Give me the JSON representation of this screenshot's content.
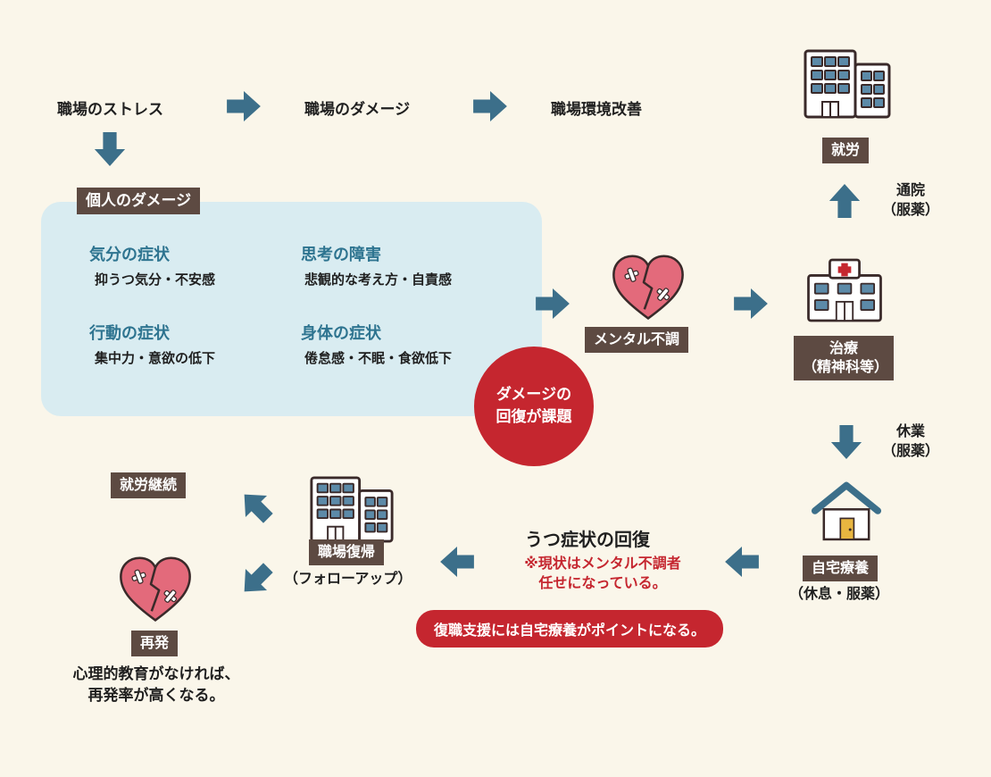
{
  "top_flow": {
    "stress": "職場のストレス",
    "damage": "職場のダメージ",
    "improve": "職場環境改善"
  },
  "personal_damage": {
    "label": "個人のダメージ",
    "symptoms": [
      {
        "title": "気分の症状",
        "body": "抑うつ気分・不安感"
      },
      {
        "title": "思考の障害",
        "body": "悲観的な考え方・自責感"
      },
      {
        "title": "行動の症状",
        "body": "集中力・意欲の低下"
      },
      {
        "title": "身体の症状",
        "body": "倦怠感・不眠・食欲低下"
      }
    ]
  },
  "mental": {
    "label": "メンタル不調"
  },
  "recovery_circle": {
    "line1": "ダメージの",
    "line2": "回復が課題"
  },
  "treatment": {
    "line1": "治療",
    "line2": "（精神科等）"
  },
  "employment": {
    "label": "就労"
  },
  "outpatient": {
    "line1": "通院",
    "line2": "（服薬）"
  },
  "leave": {
    "line1": "休業",
    "line2": "（服薬）"
  },
  "home": {
    "label": "自宅療養",
    "sub": "（休息・服薬）"
  },
  "recovery": {
    "title": "うつ症状の回復",
    "note1": "※現状はメンタル不調者",
    "note2": "任せになっている。"
  },
  "point": {
    "label": "復職支援には自宅療養がポイントになる。"
  },
  "return": {
    "label": "職場復帰",
    "sub": "（フォローアップ）"
  },
  "continue": {
    "label": "就労継続"
  },
  "relapse": {
    "label": "再発",
    "note1": "心理的教育がなければ、",
    "note2": "再発率が高くなる。"
  },
  "colors": {
    "arrow": "#3c6f8a",
    "label_bg": "#5d4a42",
    "accent_red": "#c5262f",
    "panel_bg": "#d9ecf1",
    "heart": "#e36a7b",
    "page_bg": "#faf6ea"
  }
}
